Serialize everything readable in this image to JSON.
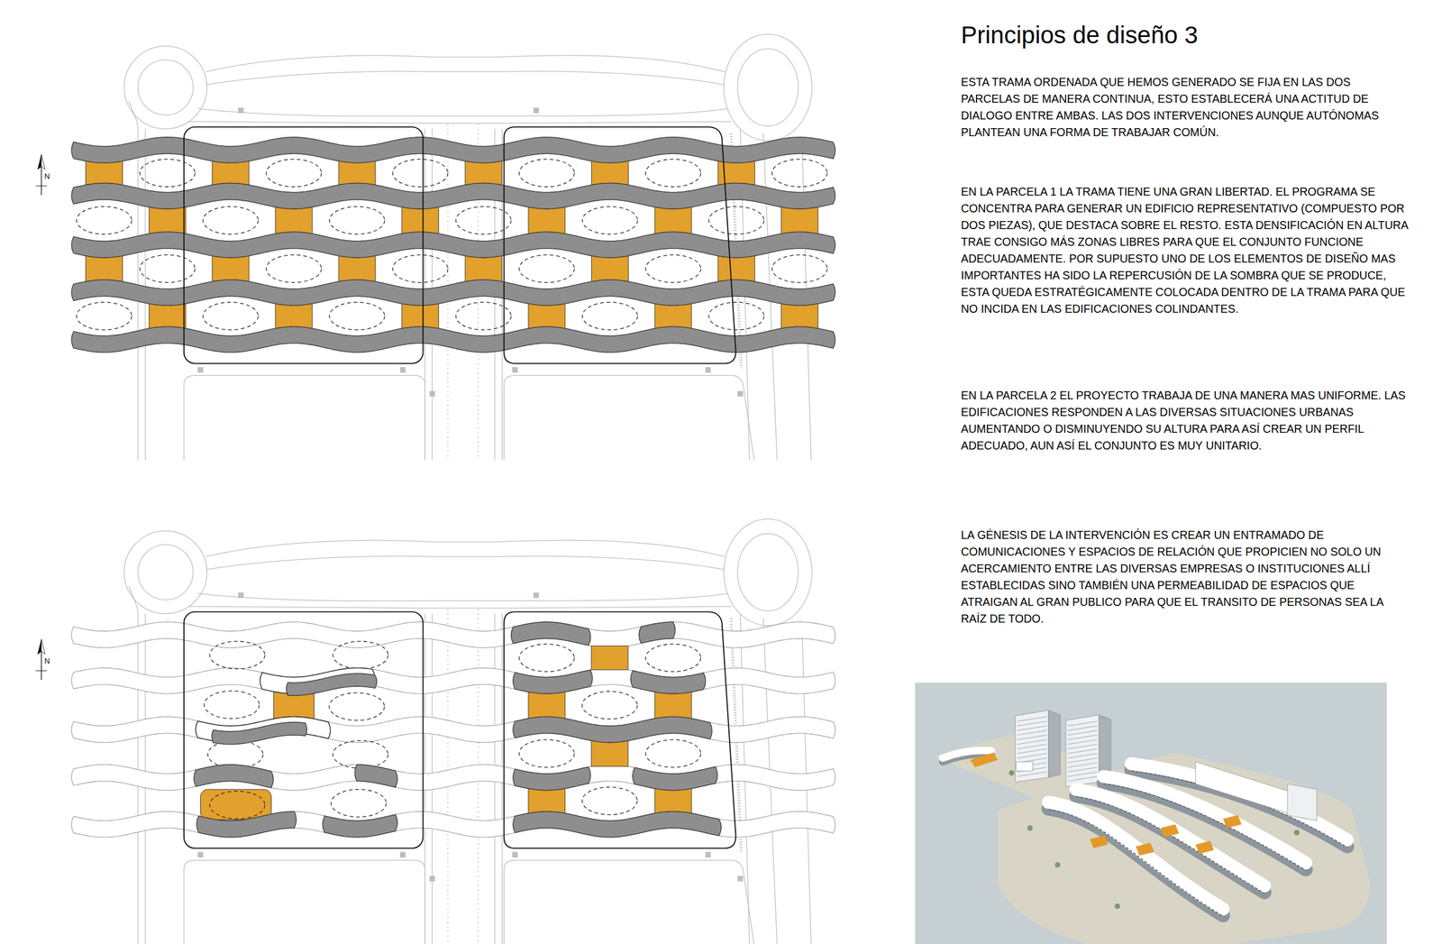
{
  "diagram": {
    "title": "Principios de diseño 3",
    "labels": [
      "ESTA TRAMA ORDENADA QUE HEMOS GENERADO SE FIJA EN LAS DOS PARCELAS DE MANERA CONTINUA, ESTO ESTABLECERÁ UNA ACTITUD DE DIALOGO ENTRE AMBAS. LAS DOS INTERVENCIONES AUNQUE AUTÓNOMAS PLANTEAN UNA FORMA DE TRABAJAR COMÚN.",
      "EN LA PARCELA 1 LA TRAMA TIENE UNA GRAN LIBERTAD. EL PROGRAMA SE CONCENTRA PARA GENERAR UN EDIFICIO REPRESENTATIVO (COMPUESTO POR DOS PIEZAS), QUE DESTACA SOBRE EL RESTO. ESTA DENSIFICACIÓN EN ALTURA TRAE CONSIGO MÁS ZONAS LIBRES PARA QUE EL CONJUNTO FUNCIONE ADECUADAMENTE. POR SUPUESTO UNO DE LOS ELEMENTOS DE DISEÑO MAS IMPORTANTES HA SIDO LA REPERCUSIÓN DE LA SOMBRA QUE SE PRODUCE, ESTA QUEDA ESTRATÉGICAMENTE COLOCADA DENTRO DE LA TRAMA PARA QUE NO INCIDA EN LAS EDIFICACIONES COLINDANTES.",
      "EN LA PARCELA 2 EL PROYECTO TRABAJA DE UNA MANERA MAS UNIFORME. LAS EDIFICACIONES RESPONDEN A LAS DIVERSAS SITUACIONES URBANAS AUMENTANDO O DISMINUYENDO SU ALTURA PARA ASÍ CREAR UN PERFIL ADECUADO, AUN ASÍ EL CONJUNTO ES MUY UNITARIO.",
      "LA GÉNESIS DE LA INTERVENCIÓN ES CREAR UN ENTRAMADO DE COMUNICACIONES Y ESPACIOS DE RELACIÓN QUE PROPICIEN NO SOLO UN ACERCAMIENTO ENTRE LAS DIVERSAS EMPRESAS O INSTITUCIONES ALLÍ ESTABLECIDAS SINO TAMBIÉN UNA PERMEABILIDAD DE ESPACIOS QUE ATRAIGAN AL GRAN PUBLICO PARA QUE EL TRANSITO DE PERSONAS SEA LA RAÍZ DE TODO.",
      "N",
      "N"
    ]
  }
}
